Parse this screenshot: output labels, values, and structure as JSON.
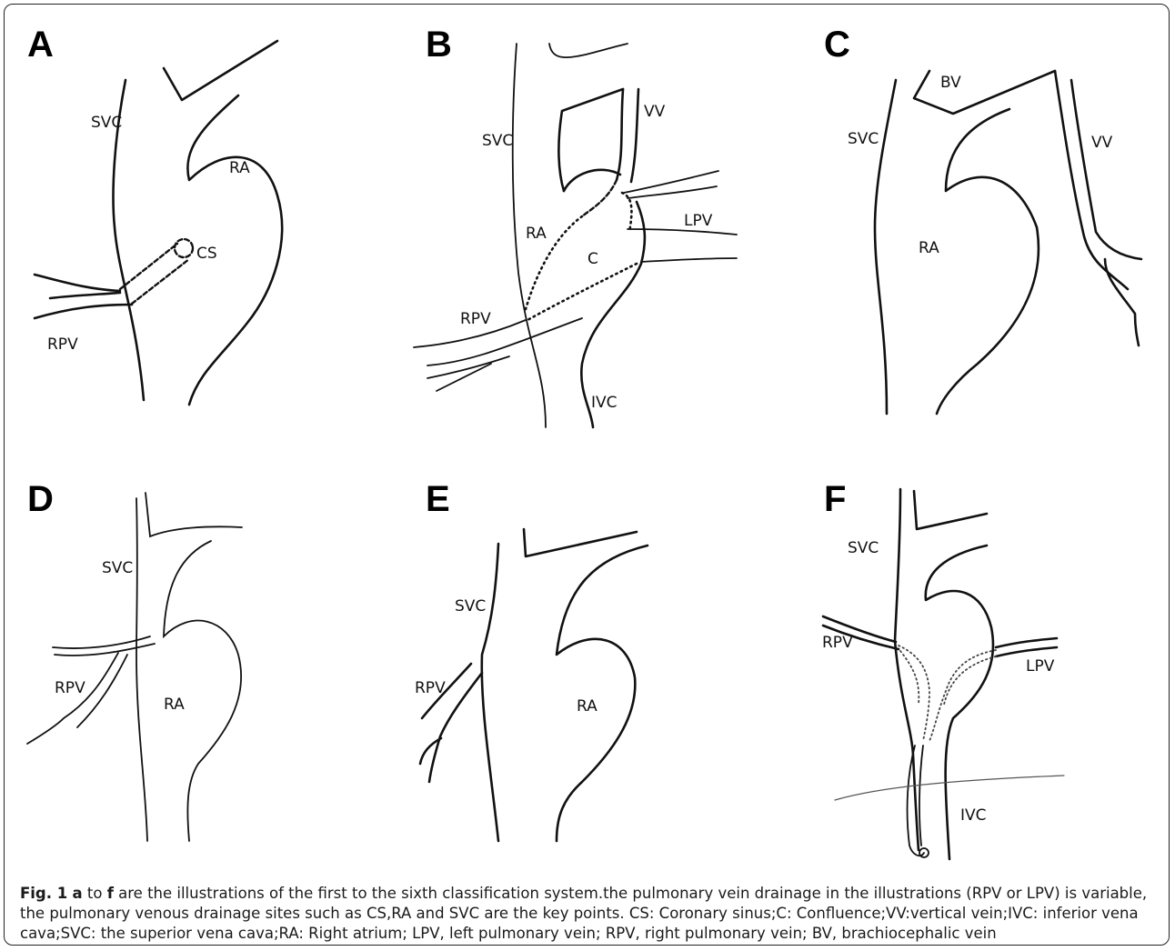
{
  "panels": {
    "A": {
      "letter": "A",
      "labels": {
        "svc": "SVC",
        "ra": "RA",
        "cs": "CS",
        "rpv": "RPV"
      }
    },
    "B": {
      "letter": "B",
      "labels": {
        "svc": "SVC",
        "vv": "VV",
        "ra": "RA",
        "lpv": "LPV",
        "c": "C",
        "rpv": "RPV",
        "ivc": "IVC"
      }
    },
    "C": {
      "letter": "C",
      "labels": {
        "bv": "BV",
        "svc": "SVC",
        "vv": "VV",
        "ra": "RA"
      }
    },
    "D": {
      "letter": "D",
      "labels": {
        "svc": "SVC",
        "rpv": "RPV",
        "ra": "RA"
      }
    },
    "E": {
      "letter": "E",
      "labels": {
        "svc": "SVC",
        "rpv": "RPV",
        "ra": "RA"
      }
    },
    "F": {
      "letter": "F",
      "labels": {
        "svc": "SVC",
        "rpv": "RPV",
        "lpv": "LPV",
        "ivc": "IVC"
      }
    }
  },
  "caption": {
    "fig_label": "Fig. 1",
    "from_letter": "a",
    "to_word": "to",
    "to_letter": "f",
    "text": "are the illustrations of the first to the sixth classification system.the pulmonary vein drainage in the illustrations (RPV or LPV) is variable, the pulmonary venous drainage sites such as CS,RA and SVC are the key points. CS: Coronary sinus;C: Confluence;VV:vertical vein;IVC: inferior vena cava;SVC: the superior vena cava;RA: Right atrium; LPV, left pulmonary vein; RPV, right pulmonary vein; BV, brachiocephalic vein"
  }
}
